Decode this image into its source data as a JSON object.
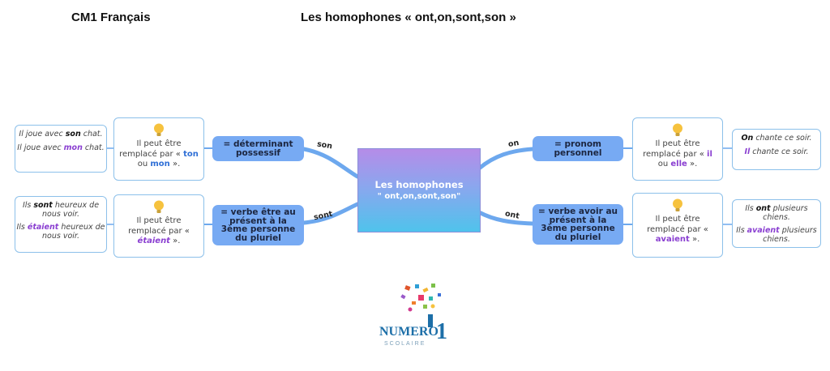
{
  "header": {
    "left_title": "CM1 Français",
    "center_title": "Les homophones « ont,on,sont,son »"
  },
  "center_node": {
    "line1": "Les homophones",
    "line2": "\" ont,on,sont,son\""
  },
  "branches": {
    "son": {
      "link_label": "son",
      "node": "= déterminant possessif",
      "card": {
        "pre": "Il peut être remplacé par « ",
        "w1": "ton",
        "mid": " ou ",
        "w2": "mon",
        "post": " »."
      },
      "examples": [
        {
          "p1": "Il joue avec ",
          "hl": "son",
          "p2": " chat."
        },
        {
          "p1": "Il joue avec ",
          "hl": "mon",
          "p2": " chat."
        }
      ]
    },
    "sont": {
      "link_label": "sont",
      "node": "= verbe être au présent à la 3ème personne du pluriel",
      "card": {
        "pre": "Il peut être remplacé par « ",
        "w1": "étaient",
        "post": " »."
      },
      "examples": [
        {
          "p1": "Ils ",
          "hl": "sont",
          "p2": " heureux de nous voir."
        },
        {
          "p1": "Ils ",
          "hl": "étaient",
          "p2": " heureux de nous voir."
        }
      ]
    },
    "on": {
      "link_label": "on",
      "node": "= pronom personnel",
      "card": {
        "pre": "Il peut être remplacé par « ",
        "w1": "il",
        "mid": " ou ",
        "w2": "elle",
        "post": " »."
      },
      "examples": [
        {
          "p1": "",
          "hl": "On",
          "p2": " chante ce soir."
        },
        {
          "p1": "",
          "hl": "Il",
          "p2": " chante ce soir."
        }
      ]
    },
    "ont": {
      "link_label": "ont",
      "node": "= verbe avoir au présent à la 3ème personne du pluriel",
      "card": {
        "pre": "Il peut être remplacé par « ",
        "w1": "avaient",
        "post": " »."
      },
      "examples": [
        {
          "p1": "Ils ",
          "hl": "ont",
          "p2": " plusieurs chiens."
        },
        {
          "p1": "Ils ",
          "hl": "avaient",
          "p2": " plusieurs chiens."
        }
      ]
    }
  },
  "logo": {
    "line1": "NUMERO",
    "digit": "1",
    "line2": "SCOLAIRE"
  },
  "colors": {
    "branch_fill": "#77aaf3",
    "link": "#6da8ee",
    "card_border": "#8cc0ea",
    "highlight_blue": "#2f6fd6",
    "highlight_purple": "#8a3fd1"
  }
}
